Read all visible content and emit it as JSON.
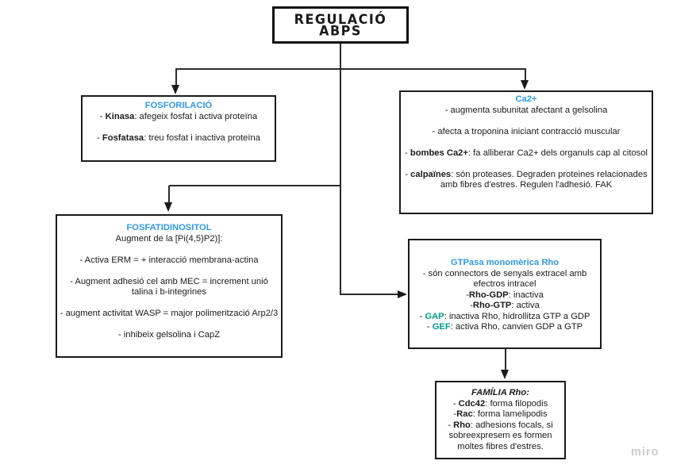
{
  "colors": {
    "heading_blue": "#2D9BF0",
    "accent_green": "#00A087",
    "text": "#1a1a1a",
    "border": "#111111",
    "watermark_gray": "#cccccc"
  },
  "watermark": "miro",
  "title_box": {
    "label": "REGULACIÓ ABPS"
  },
  "edges": [
    {
      "from": "regulacio-abps",
      "to": "fosforilacio"
    },
    {
      "from": "regulacio-abps",
      "to": "ca2"
    },
    {
      "from": "regulacio-abps",
      "to": "fosfatidinositol"
    },
    {
      "from": "regulacio-abps",
      "to": "gtpasa-rho"
    },
    {
      "from": "gtpasa-rho",
      "to": "familia-rho"
    }
  ],
  "boxes": {
    "fosforilacio": {
      "lines": [
        [
          {
            "t": "FOSFORILACIÓ",
            "b": true,
            "c": "#2D9BF0"
          }
        ],
        [
          {
            "t": "- "
          },
          {
            "t": "Kinasa",
            "b": true
          },
          {
            "t": ": afegeix fosfat i activa proteïna"
          }
        ],
        [],
        [
          {
            "t": "- "
          },
          {
            "t": "Fosfatasa",
            "b": true
          },
          {
            "t": ": treu fosfat i inactiva proteïna"
          }
        ]
      ]
    },
    "ca2": {
      "lines": [
        [
          {
            "t": "Ca2+",
            "b": true,
            "c": "#2D9BF0"
          }
        ],
        [
          {
            "t": "- augmenta subunitat afectant a gelsolina"
          }
        ],
        [],
        [
          {
            "t": "- afecta a troponina iniciant contracció muscular"
          }
        ],
        [],
        [
          {
            "t": "- "
          },
          {
            "t": "bombes Ca2+",
            "b": true
          },
          {
            "t": ": fa alliberar Ca2+ dels organuls cap al citosol"
          }
        ],
        [],
        [
          {
            "t": "- "
          },
          {
            "t": "calpaïnes",
            "b": true
          },
          {
            "t": ": són proteases. Degraden proteines relacionades amb fibres d'estres. Regulen l'adhesió. FAK"
          }
        ]
      ]
    },
    "fosfatidinositol": {
      "lines": [
        [
          {
            "t": "FOSFATIDINOSITOL",
            "b": true,
            "c": "#2D9BF0"
          }
        ],
        [
          {
            "t": "Augment de la [Pi(4,5)P2)]:"
          }
        ],
        [],
        [
          {
            "t": "- Activa ERM = + interacció membrana-actina"
          }
        ],
        [],
        [
          {
            "t": "- Augment adhesió cel amb MEC = increment unió talina i b-integrines"
          }
        ],
        [],
        [
          {
            "t": "- augment activitat WASP = major polimerització Arp2/3"
          }
        ],
        [],
        [
          {
            "t": "- inhibeix gelsolina i CapZ"
          }
        ]
      ]
    },
    "gtpasa": {
      "lines": [
        [
          {
            "t": "GTPasa monomèrica Rho",
            "b": true,
            "c": "#2D9BF0"
          }
        ],
        [
          {
            "t": "- són connectors de senyals extracel amb efectros intracel"
          }
        ],
        [
          {
            "t": "-"
          },
          {
            "t": "Rho-GDP",
            "b": true
          },
          {
            "t": ": inactiva"
          }
        ],
        [
          {
            "t": "-"
          },
          {
            "t": "Rho-GTP",
            "b": true
          },
          {
            "t": ": activa"
          }
        ],
        [
          {
            "t": "- "
          },
          {
            "t": "GAP",
            "b": true,
            "c": "#00A087"
          },
          {
            "t": ": inactiva Rho, hidrollitza GTP a GDP"
          }
        ],
        [
          {
            "t": "- "
          },
          {
            "t": "GEF",
            "b": true,
            "c": "#00A087"
          },
          {
            "t": ": activa Rho, canvien GDP a GTP"
          }
        ]
      ]
    },
    "familia": {
      "lines": [
        [
          {
            "t": "FAMÍLIA Rho:",
            "b": true,
            "i": true
          }
        ],
        [
          {
            "t": "- "
          },
          {
            "t": "Cdc42",
            "b": true
          },
          {
            "t": ": forma filopodis"
          }
        ],
        [
          {
            "t": "-"
          },
          {
            "t": "Rac",
            "b": true
          },
          {
            "t": ": forma lamelipodis"
          }
        ],
        [
          {
            "t": "- "
          },
          {
            "t": "Rho",
            "b": true
          },
          {
            "t": ": adhesions focals, si sobreexpresem es formen moltes fibres d'estres."
          }
        ]
      ]
    }
  }
}
